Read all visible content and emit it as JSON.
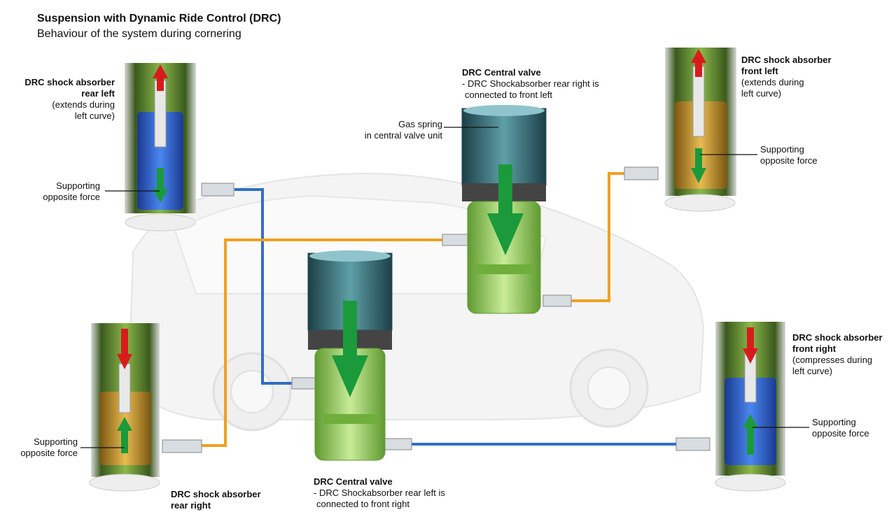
{
  "header": {
    "title": "Suspension with Dynamic Ride Control (DRC)",
    "subtitle": "Behaviour of the system during cornering"
  },
  "labels": {
    "rear_left": {
      "line1": "DRC shock absorber",
      "line2": "rear left",
      "line3": "(extends during",
      "line4": "left curve)"
    },
    "front_left": {
      "line1": "DRC shock absorber",
      "line2": "front left",
      "line3": "(extends during",
      "line4": "left curve)"
    },
    "front_right": {
      "line1": "DRC shock absorber",
      "line2": "front right",
      "line3": "(compresses during",
      "line4": "left curve)"
    },
    "rear_right": {
      "line1": "DRC shock absorber",
      "line2": "rear right"
    },
    "central_valve_top": {
      "title": "DRC Central valve",
      "line1": "- DRC Shockabsorber rear right is",
      "line2": "connected to front left"
    },
    "central_valve_bottom": {
      "title": "DRC Central valve",
      "line1": "- DRC Shockabsorber rear left is",
      "line2": "connected to front right"
    },
    "gas_spring": {
      "line1": "Gas spring",
      "line2": "in central valve unit"
    },
    "support_rear_left": {
      "line1": "Supporting",
      "line2": "opposite force"
    },
    "support_front_left": {
      "line1": "Supporting",
      "line2": "opposite force"
    },
    "support_rear_right": {
      "line1": "Supporting",
      "line2": "opposite force"
    },
    "support_front_right": {
      "line1": "Supporting",
      "line2": "opposite force"
    }
  },
  "colors": {
    "blue_line": "#2f6fc4",
    "orange_line": "#f0a020",
    "green_valve": "#9fd06a",
    "teal_cap": "#2f6f78",
    "blue_chamber": "#2a5fd0",
    "gold_chamber": "#c89a2a",
    "arrow_red": "#d81c1c",
    "arrow_green": "#1a9a3a"
  }
}
